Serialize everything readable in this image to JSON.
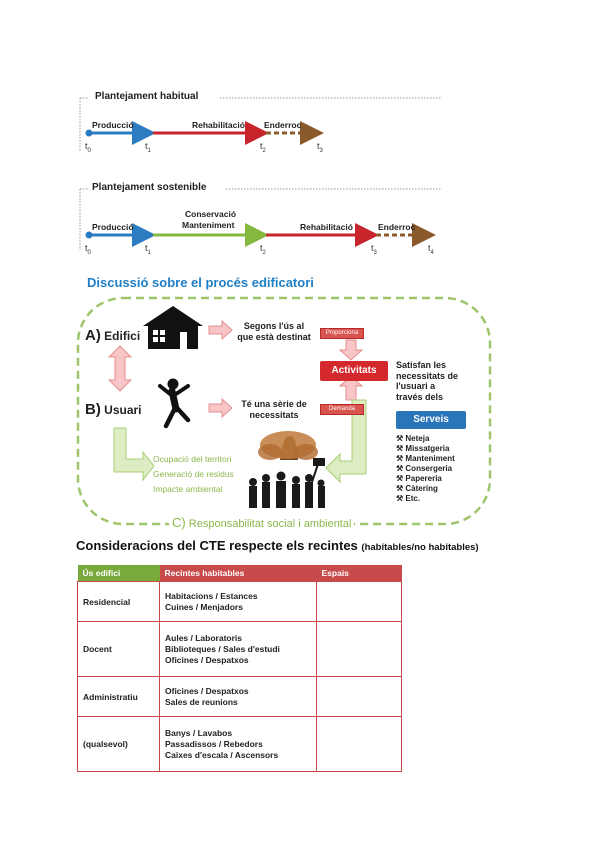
{
  "timeline_usual": {
    "title": "Plantejament habitual",
    "phases": [
      "Producció",
      "Rehabilitació",
      "Enderroc"
    ],
    "ticks": [
      {
        "t": "t",
        "s": "0"
      },
      {
        "t": "t",
        "s": "1"
      },
      {
        "t": "t",
        "s": "2"
      },
      {
        "t": "t",
        "s": "3"
      }
    ]
  },
  "timeline_sustainable": {
    "title": "Plantejament sostenible",
    "phases": [
      "Producció",
      "Conservació",
      "Manteniment",
      "Rehabilitació",
      "Enderroc"
    ],
    "ticks": [
      {
        "t": "t",
        "s": "0"
      },
      {
        "t": "t",
        "s": "1"
      },
      {
        "t": "t",
        "s": "2"
      },
      {
        "t": "t",
        "s": "3"
      },
      {
        "t": "t",
        "s": "4"
      }
    ]
  },
  "discussion": {
    "title": "Discussió sobre el procés edificatori",
    "a_letter": "A)",
    "a_label": "Edifici",
    "a_desc": [
      "Segons l'ús al",
      "que està destinat"
    ],
    "b_letter": "B)",
    "b_label": "Usuari",
    "b_desc": [
      "Té una sèrie de",
      "necessitats"
    ],
    "proporciona": "Proporciona",
    "demanda": "Demanda",
    "activitats": "Activitats",
    "satisfan": [
      "Satisfan les",
      "necessitats de",
      "l'usuari a",
      "través dels"
    ],
    "serveis": "Serveis",
    "services": [
      "Neteja",
      "Missatgeria",
      "Manteniment",
      "Consergeria",
      "Papereria",
      "Càtering",
      "Etc."
    ],
    "service_bullet": "⚒",
    "impacts": [
      "Ocupació del territori",
      "Generació de residus",
      "Impacte ambiental"
    ],
    "c_letter": "C)",
    "c_label": "Responsabilitat social i ambiental"
  },
  "cte": {
    "title": "Consideracions del CTE respecte els recintes",
    "subtitle": "(habitables/no habitables)",
    "headers": [
      "Ús edifici",
      "Recintes habitables",
      "Espais"
    ],
    "rows": [
      {
        "use": "Residencial",
        "lines": [
          "Habitacions / Estances",
          "Cuines / Menjadors"
        ],
        "spaces": ""
      },
      {
        "use": "Docent",
        "lines": [
          "Aules / Laboratoris",
          "Biblioteques / Sales d'estudi",
          "Oficines / Despatxos"
        ],
        "spaces": ""
      },
      {
        "use": "Administratiu",
        "lines": [
          "Oficines / Despatxos",
          "Sales de reunions"
        ],
        "spaces": ""
      },
      {
        "use": "(qualsevol)",
        "lines": [
          "Banys / Lavabos",
          "Passadissos / Rebedors",
          "Caixes d'escala / Ascensors"
        ],
        "spaces": ""
      }
    ]
  },
  "colors": {
    "blue": "#2b7cc0",
    "red": "#c8242b",
    "green": "#86b840",
    "brown": "#8a5a2b",
    "pink": "#f3a9a9",
    "lightgreen": "#c9e3a2"
  }
}
